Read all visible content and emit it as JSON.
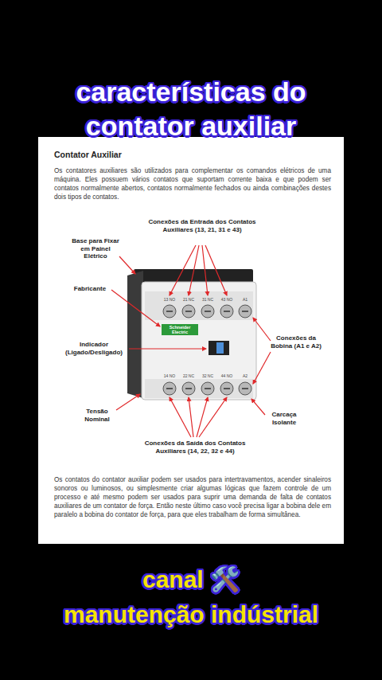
{
  "diagram": {
    "title": "características do contator auxiliar",
    "labels": [
      "Contator Auxiliar",
      "Os contatores auxiliares são utilizados para complementar os comandos elétricos de uma máquina. Eles possuem vários contatos que suportam corrente baixa e que podem ser contatos normalmente abertos, contatos normalmente fechados ou ainda combinações destes dois tipos de contatos.",
      "Conexões da Entrada dos Contatos Auxiliares (13, 21, 31 e 43)",
      "Base para Fixar em Painel Elétrico",
      "Fabricante",
      "Indicador (Ligado/Desligado)",
      "Conexões da Bobina (A1 e A2)",
      "Tensão Nominal",
      "Carcaça Isolante",
      "Conexões da Saída dos Contatos Auxiliares (14, 22, 32 e 44)",
      "Os contatos do contator auxiliar podem ser usados para intertravamentos, acender sinaleiros sonoros ou luminosos, ou simplesmente criar algumas lógicas que fazem controle de um processo e até mesmo podem ser usados para suprir uma demanda de falta de contatos auxiliares de um contator de força. Então neste último caso você precisa ligar a bobina dele em paralelo a bobina do contator de força, para que eles trabalham de forma simultânea.",
      "Schneider Electric",
      "13 NO",
      "21 NC",
      "31 NC",
      "43 NO",
      "A1",
      "14 NO",
      "22 NC",
      "32 NC",
      "44 NO",
      "A2",
      "canal 🛠️",
      "manutenção indústrial"
    ]
  }
}
